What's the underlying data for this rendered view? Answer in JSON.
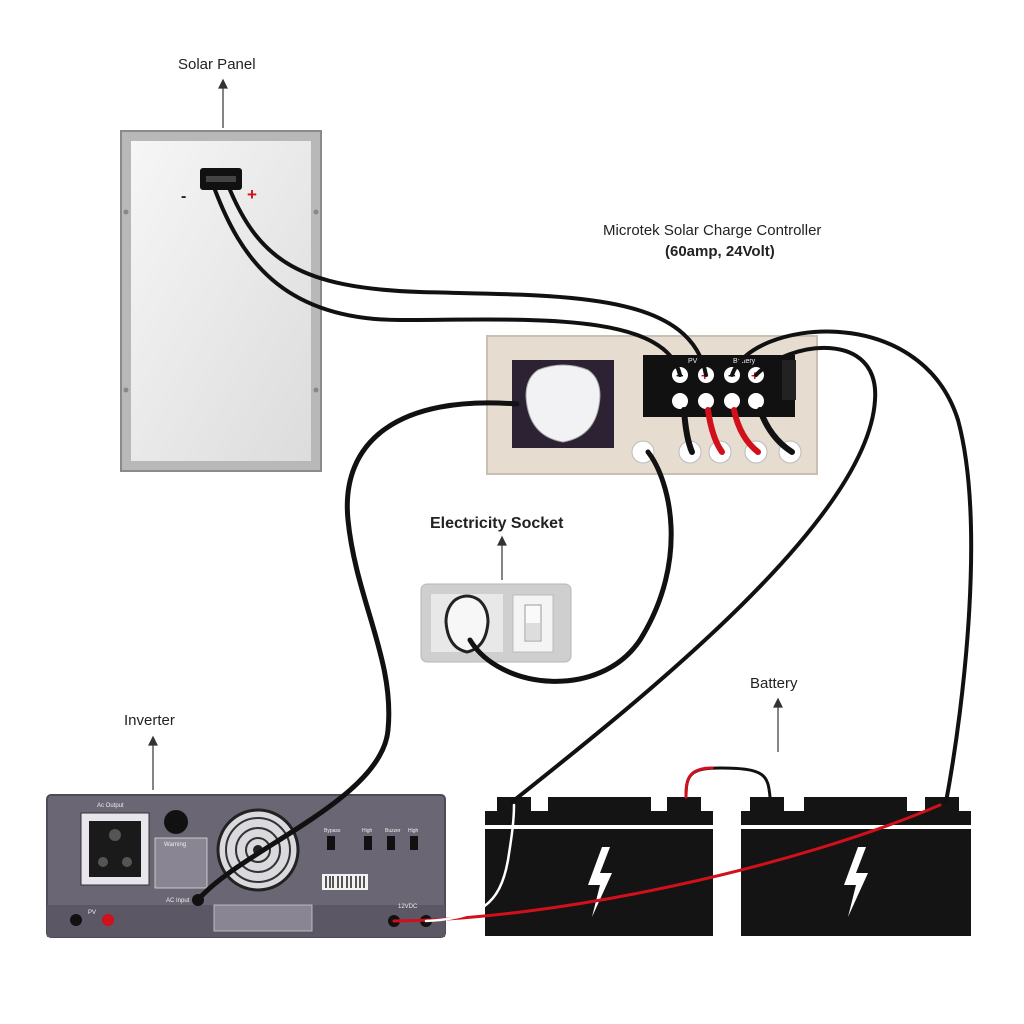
{
  "labels": {
    "solar_panel": "Solar Panel",
    "controller_name": "Microtek Solar Charge Controller",
    "controller_spec": "(60amp, 24Volt)",
    "electricity_socket": "Electricity Socket",
    "battery": "Battery",
    "inverter": "Inverter"
  },
  "panel_terminals": {
    "minus": "-",
    "plus": "+"
  },
  "controller_terminals": {
    "pv": "PV",
    "battery": "Battery",
    "signs": [
      "−",
      "+",
      "−",
      "+"
    ]
  },
  "inverter_panel": {
    "ac_output": "Ac Output",
    "ac_input": "AC Input",
    "pv": "PV",
    "dc": "12VDC",
    "warning": "Warning",
    "switch_labels": [
      "Bypass",
      "High",
      "Buzzer",
      "High"
    ]
  },
  "colors": {
    "wire_black": "#111111",
    "wire_red": "#d0101a",
    "inverter_body": "#6b6673",
    "controller_body": "#e6dccf",
    "battery_body": "#141414"
  }
}
